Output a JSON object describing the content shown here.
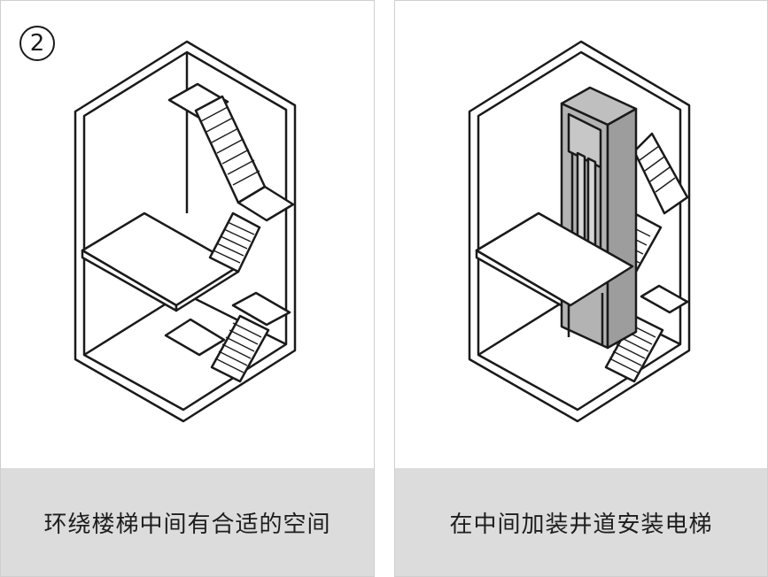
{
  "badge": {
    "number": "2"
  },
  "panels": [
    {
      "caption": "环绕楼梯中间有合适的空间"
    },
    {
      "caption": "在中间加装井道安装电梯"
    }
  ]
}
